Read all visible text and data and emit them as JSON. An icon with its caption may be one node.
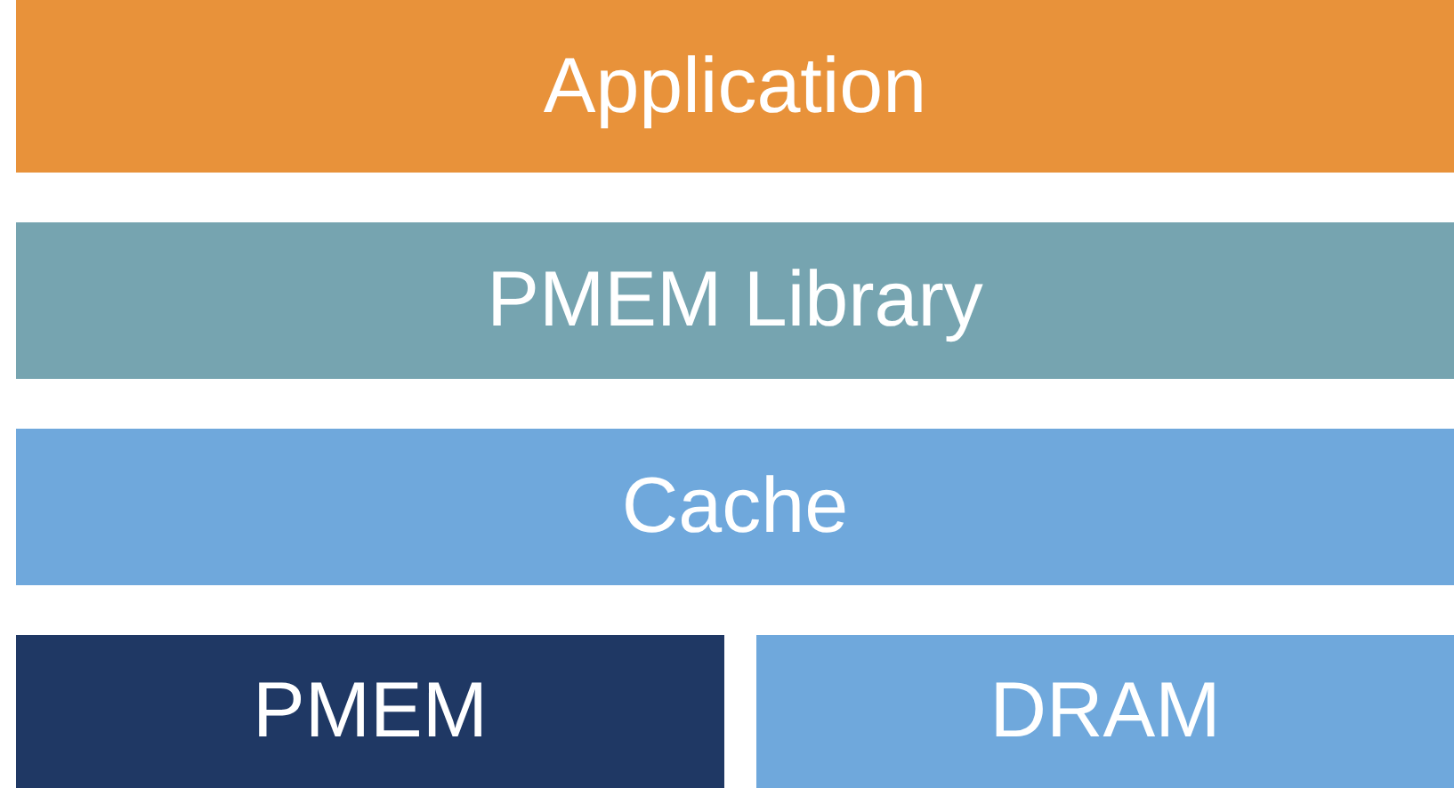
{
  "diagram": {
    "nodes": [
      {
        "text": [
          "Application"
        ]
      },
      {
        "text": [
          "PMEM Library"
        ]
      },
      {
        "text": [
          "Cache"
        ]
      },
      {
        "text": [
          "PMEM"
        ]
      },
      {
        "text": [
          "DRAM"
        ]
      }
    ]
  }
}
